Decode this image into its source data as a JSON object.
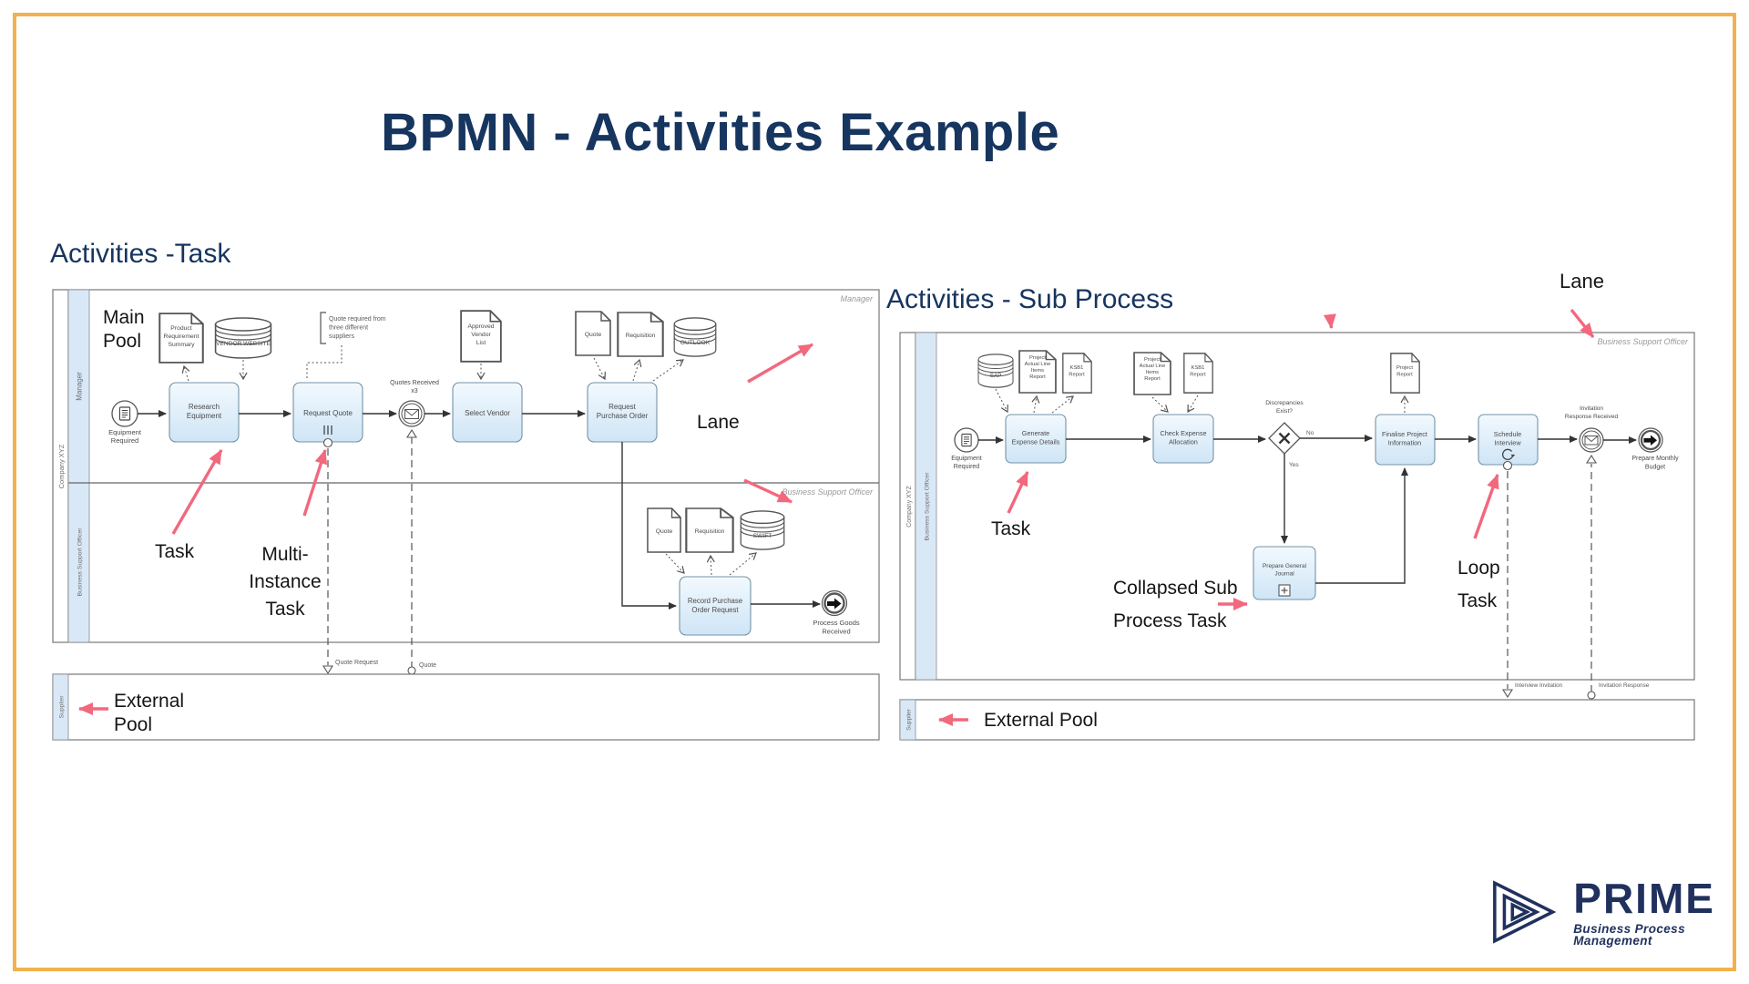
{
  "slide": {
    "title": "BPMN - Activities Example"
  },
  "colors": {
    "accent_pink": "#F2687D",
    "border_orange": "#F2B14D",
    "heading_navy": "#16355F",
    "task_fill": "#D5E8F7"
  },
  "left": {
    "heading": "Activities -Task",
    "company": "Company XYZ",
    "lane_manager": "Manager",
    "lane_bso": "Business Support Officer",
    "corner_manager": "Manager",
    "corner_bso": "Business Support Officer",
    "main_pool_note": "Main\nPool",
    "start_label": "Equipment\nRequired",
    "task_research": "Research\nEquipment",
    "doc_prs": "Product\nRequirement\nSummary",
    "ds_vendor": "VENDOR WEBSITE",
    "annotation": "Quote required from\nthree different\nsuppliers",
    "task_quote": "Request Quote",
    "msg_event": "Quotes Received\nx3",
    "task_vendor": "Select Vendor",
    "doc_avl": "Approved\nVendor\nList",
    "task_po": "Request\nPurchase Order",
    "doc_quote": "Quote",
    "doc_req": "Requisition",
    "ds_outlook": "OUTLOOK",
    "lane_note": "Lane",
    "task_note": "Task",
    "mi_note": "Multi-\nInstance\nTask",
    "doc_quote2": "Quote",
    "doc_req2": "Requisition",
    "ds_swift": "SWIFT",
    "task_record": "Record Purchase\nOrder Request",
    "end_label": "Process Goods\nReceived",
    "flow_quote_request": "Quote Request",
    "flow_quote": "Quote",
    "supplier": "Supplier",
    "external_pool_note": "External\nPool"
  },
  "right": {
    "heading": "Activities - Sub Process",
    "lane_note": "Lane",
    "company": "Company XYZ",
    "lane_bso": "Business Support Officer",
    "corner_bso": "Business Support Officer",
    "start_label": "Equipment\nRequired",
    "ds_sap": "SAP",
    "doc_palir1": "Project\nActual Line\nItems\nReport",
    "doc_ksb1a": "KSB1\nReport",
    "task_generate": "Generate\nExpense Details",
    "doc_palir2": "Project\nActual Line\nItems\nReport",
    "doc_ksb1b": "KSB1\nReport",
    "task_check": "Check Expense\nAllocation",
    "gw_label": "Discrepancies\nExist?",
    "gw_no": "No",
    "gw_yes": "Yes",
    "doc_project_report": "Project\nReport",
    "task_finalise": "Finalise Project\nInformation",
    "task_schedule": "Schedule\nInterview",
    "msg_event": "Invitation\nResponse Received",
    "end_label": "Prepare Monthly\nBudget",
    "sub_task": "Prepare General\nJournal",
    "task_note": "Task",
    "collapsed_note": "Collapsed Sub\nProcess Task",
    "loop_note": "Loop\nTask",
    "flow_interview": "Interview Invitation",
    "flow_response": "Invitation Response",
    "supplier": "Supplier",
    "external_pool_note": "External Pool"
  },
  "logo": {
    "name": "PRIME",
    "tagline": "Business Process Management"
  }
}
